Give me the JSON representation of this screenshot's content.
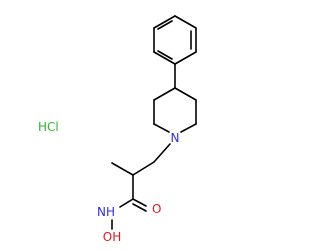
{
  "molecule": {
    "salt": "HCl",
    "nitrogen_ring": "N",
    "amide_nh": "NH",
    "hydroxyl": "OH",
    "carbonyl_o": "O"
  },
  "colors": {
    "bond": "#000000",
    "nitrogen": "#2e2ef0",
    "oxygen": "#e11b1b",
    "salt": "#2db82d"
  }
}
